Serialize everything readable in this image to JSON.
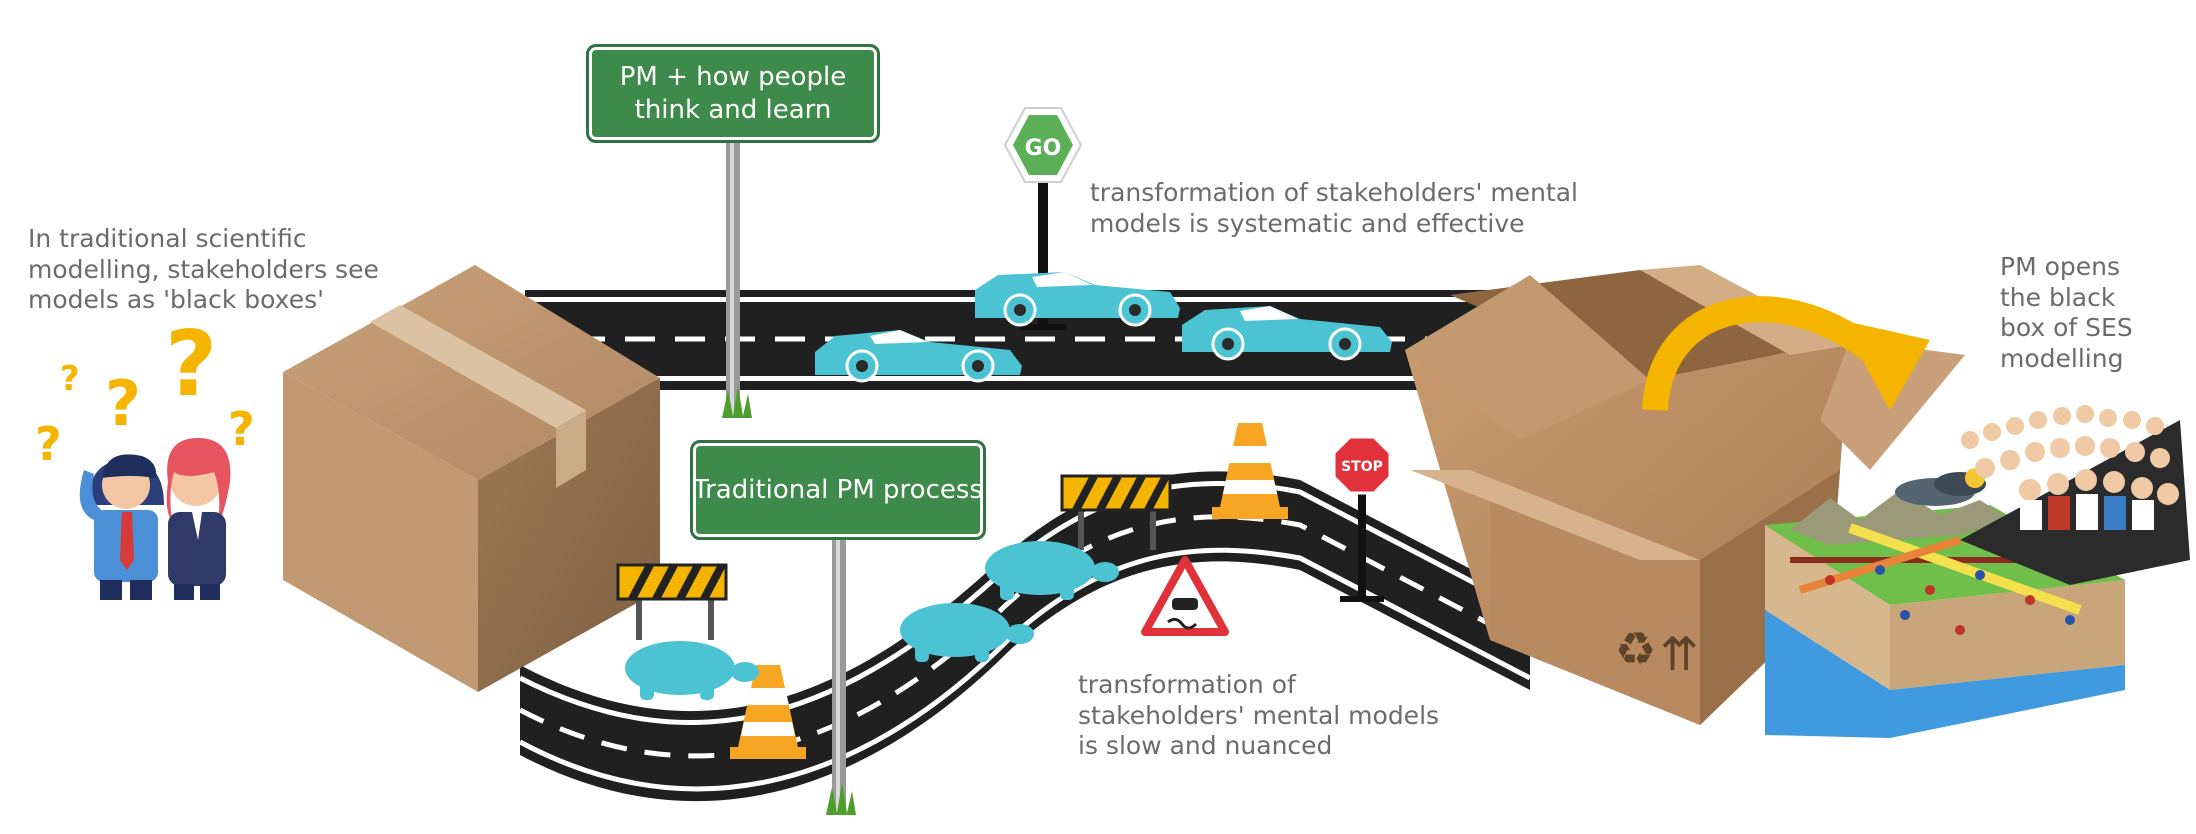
{
  "captions": {
    "left_note": "In traditional scientific modelling, stakeholders see models as 'black boxes'",
    "fast_note": "transformation of stakeholders' mental models is systematic and effective",
    "slow_note": "transformation of stakeholders' mental models is slow and nuanced",
    "right_note": "PM opens the black box of SES modelling"
  },
  "signs": {
    "top_sign": "PM + how people think and learn",
    "bottom_sign": "Traditional PM process",
    "go_sign": "GO",
    "stop_sign": "STOP"
  },
  "question_marks": [
    "?",
    "?",
    "?",
    "?",
    "?"
  ],
  "colors": {
    "sign_green": "#3e8a4b",
    "road": "#222222",
    "car": "#4cc3d3",
    "turtle": "#4cc3d3",
    "box": "#b58c62",
    "arrow": "#f5b400",
    "cone": "#f6a623",
    "text": "#6b6b6b"
  },
  "icons": [
    "confused-people-icon",
    "closed-box-icon",
    "open-box-icon",
    "car-icon",
    "turtle-icon",
    "traffic-cone-icon",
    "roadblock-icon",
    "slippery-road-icon",
    "stakeholder-crowd-icon",
    "landscape-model-icon",
    "curved-arrow-icon"
  ]
}
